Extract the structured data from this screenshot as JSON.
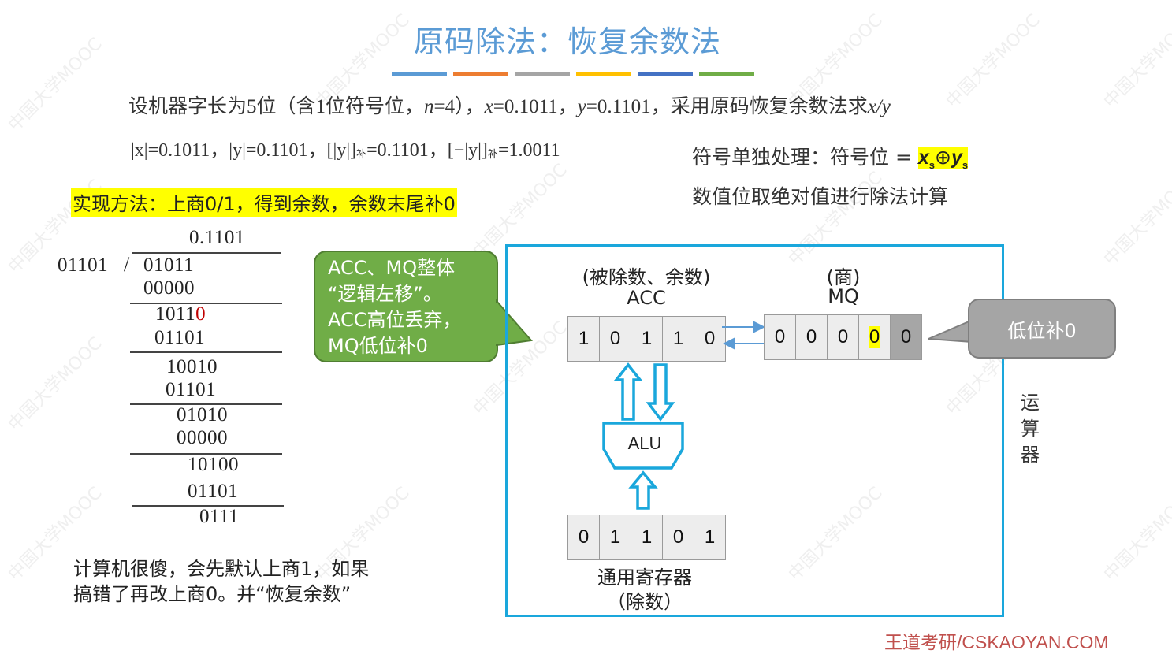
{
  "slide": {
    "title": "原码除法：恢复余数法",
    "title_bar_colors": [
      "#5b9bd5",
      "#ed7d31",
      "#a5a5a5",
      "#ffc000",
      "#4472c4",
      "#70ad47"
    ]
  },
  "problem": {
    "line1_prefix": "设机器字长为5位（含1位符号位，",
    "line1_n": "n",
    "line1_n_val": "=4），",
    "line1_x": "x",
    "line1_x_val": "=0.1011，",
    "line1_y": "y",
    "line1_y_val": "=0.1101，采用原码恢复余数法求",
    "line1_xy": "x/y",
    "line2_absx": "|x|=0.1011，",
    "line2_absy": "|y|=0.1101，",
    "line2_comp_y": "[|y|]",
    "line2_comp_sub": "补",
    "line2_comp_y_val": "=0.1101，",
    "line2_neg_comp_y": "[−|y|]",
    "line2_neg_comp_sub": "补",
    "line2_neg_comp_y_val": "=1.0011"
  },
  "notes": {
    "sign_label": "符号单独处理：符号位 = ",
    "sign_xs": "x",
    "sign_xs_sub": "s",
    "sign_op": "⊕",
    "sign_ys": "y",
    "sign_ys_sub": "s",
    "magnitude": "数值位取绝对值进行除法计算"
  },
  "method": "实现方法：上商0/1，得到余数，余数末尾补0",
  "long_division": {
    "quotient": "0.1101",
    "divisor": "01101",
    "bracket": "/",
    "rows": [
      "01011",
      "00000",
      "1011",
      "0",
      "01101",
      "10010",
      "01101",
      "01010",
      "00000",
      "10100",
      "01101",
      "0111"
    ],
    "highlight_digit_color": "#c00000"
  },
  "callouts": {
    "green": [
      "ACC、MQ整体",
      "“逻辑左移”。",
      "ACC高位丢弃，",
      "MQ低位补0"
    ],
    "gray": "低位补0"
  },
  "arith_unit": {
    "acc_caption": "(被除数、余数)",
    "acc_label": "ACC",
    "acc_bits": [
      "1",
      "0",
      "1",
      "1",
      "0"
    ],
    "mq_caption": "(商)",
    "mq_label": "MQ",
    "mq_bits": [
      "0",
      "0",
      "0",
      "0",
      "0"
    ],
    "mq_highlight_index": 3,
    "alu_label": "ALU",
    "gpr_bits": [
      "0",
      "1",
      "1",
      "0",
      "1"
    ],
    "gpr_label": "通用寄存器",
    "gpr_caption": "（除数）",
    "unit_label": [
      "运",
      "算",
      "器"
    ],
    "border_color": "#1aa7dc"
  },
  "bottom_note": [
    "计算机很傻，会先默认上商1，如果",
    "搞错了再改上商0。并“恢复余数”"
  ],
  "footer": "王道考研/CSKAOYAN.COM",
  "watermark": "中国大学MOOC"
}
